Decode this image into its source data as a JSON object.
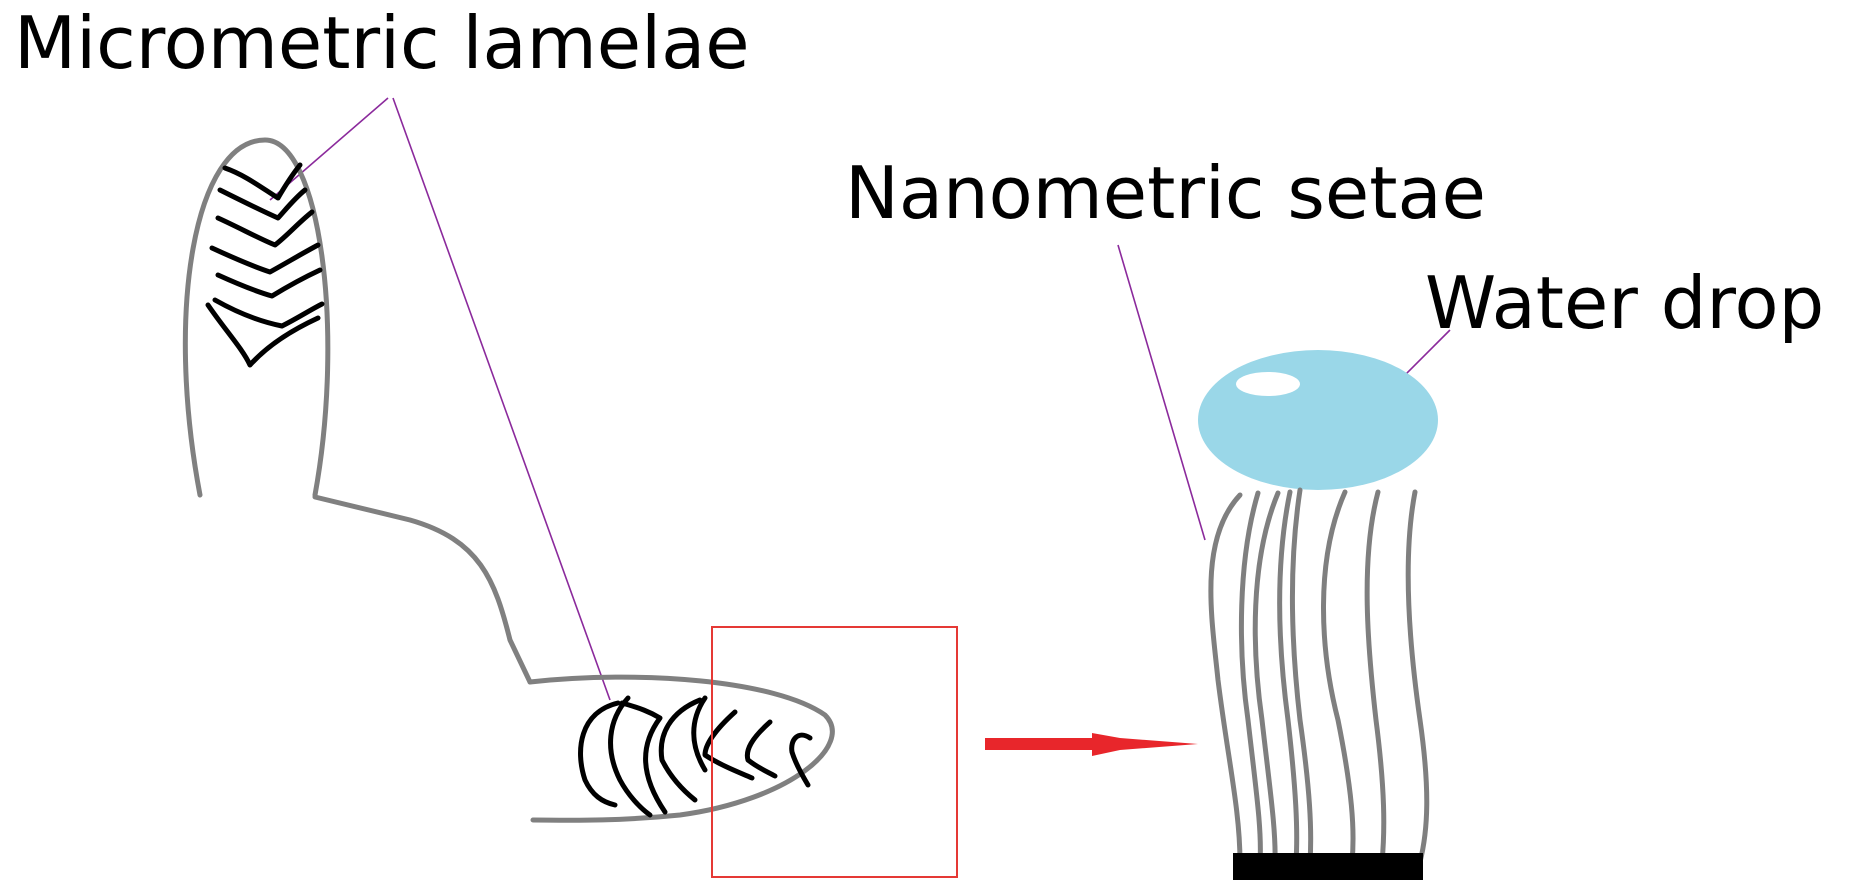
{
  "labels": {
    "micrometric_lamelae": "Micrometric lamelae",
    "nanometric_setae": "Nanometric setae",
    "water_drop": "Water drop"
  },
  "colors": {
    "outline": "#808080",
    "lamellae": "#000000",
    "setae": "#7f7f7f",
    "leader_lines": "#8b2a9c",
    "zoom_box": "#e53935",
    "arrow": "#e8262b",
    "water_drop": "#9ad7e8",
    "highlight": "#ffffff",
    "substrate": "#000000"
  }
}
